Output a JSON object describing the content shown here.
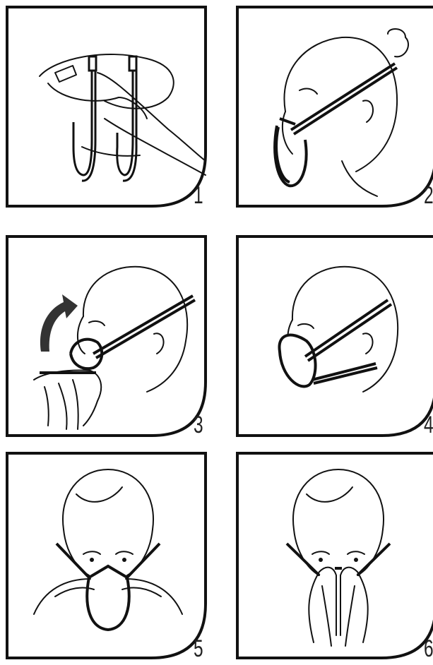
{
  "panels": [
    {
      "step": "1",
      "illustration": "hand-holding-mask-straps-icon"
    },
    {
      "step": "2",
      "illustration": "pull-top-strap-over-head-icon"
    },
    {
      "step": "3",
      "illustration": "pull-bottom-strap-over-head-icon"
    },
    {
      "step": "4",
      "illustration": "mask-in-place-side-view-icon"
    },
    {
      "step": "5",
      "illustration": "mould-nose-clip-icon"
    },
    {
      "step": "6",
      "illustration": "fit-check-both-hands-icon"
    }
  ]
}
